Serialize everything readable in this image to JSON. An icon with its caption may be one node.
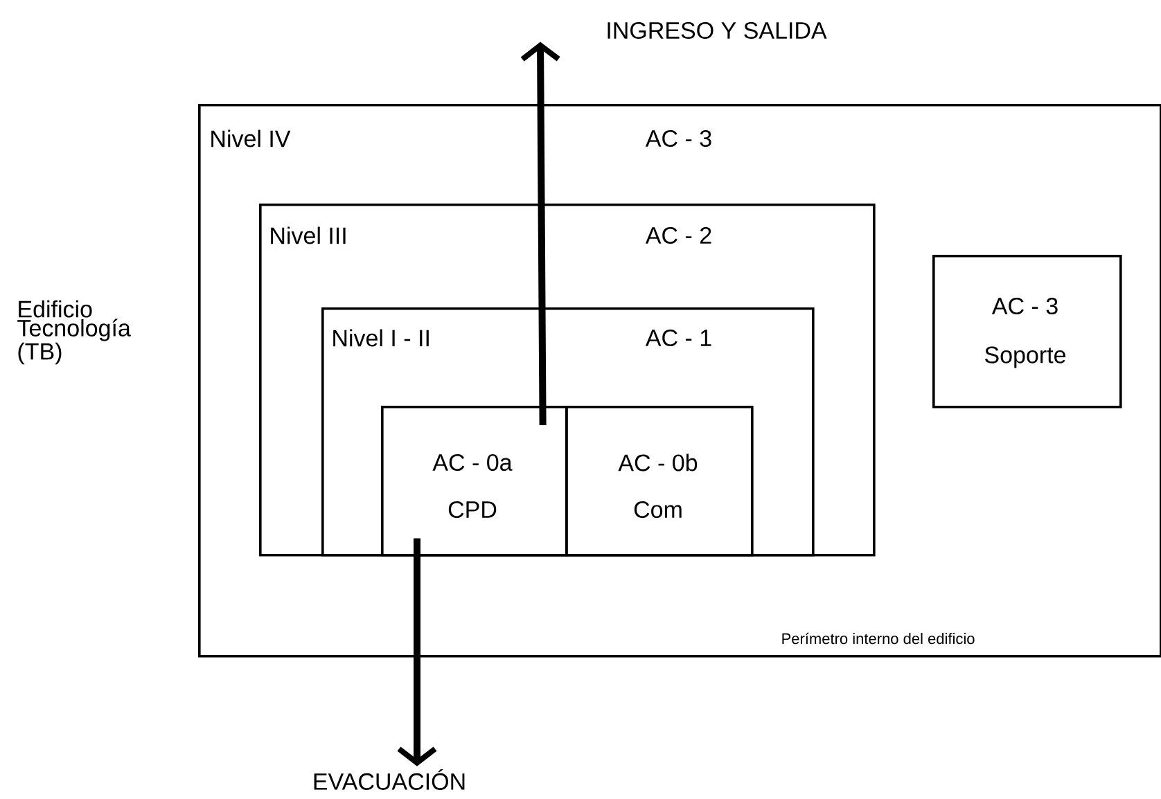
{
  "diagram": {
    "nodes": [
      {
        "text": [
          "Nivel IV",
          "AC - 3",
          "Perímetro interno del edificio"
        ]
      },
      {
        "text": [
          "Nivel III",
          "AC - 2"
        ],
        "in": 0
      },
      {
        "text": [
          "Nivel I - II",
          "AC - 1"
        ],
        "in": 1
      },
      {
        "text": [
          "AC - 0a",
          "CPD"
        ],
        "in": 2
      },
      {
        "text": [
          "AC - 0b",
          "Com"
        ],
        "in": 2
      },
      {
        "text": [
          "AC - 3",
          "Soporte"
        ],
        "in": 0
      },
      {
        "text": [
          "INGRESO Y SALIDA"
        ]
      },
      {
        "text": [
          "EVACUACIÓN"
        ]
      }
    ],
    "edges": [
      {
        "from": 3,
        "to": 6,
        "arrow": "to"
      },
      {
        "from": 3,
        "to": 7,
        "arrow": "to"
      }
    ],
    "labels": [
      "Edificio Tecnología (TB)"
    ]
  }
}
